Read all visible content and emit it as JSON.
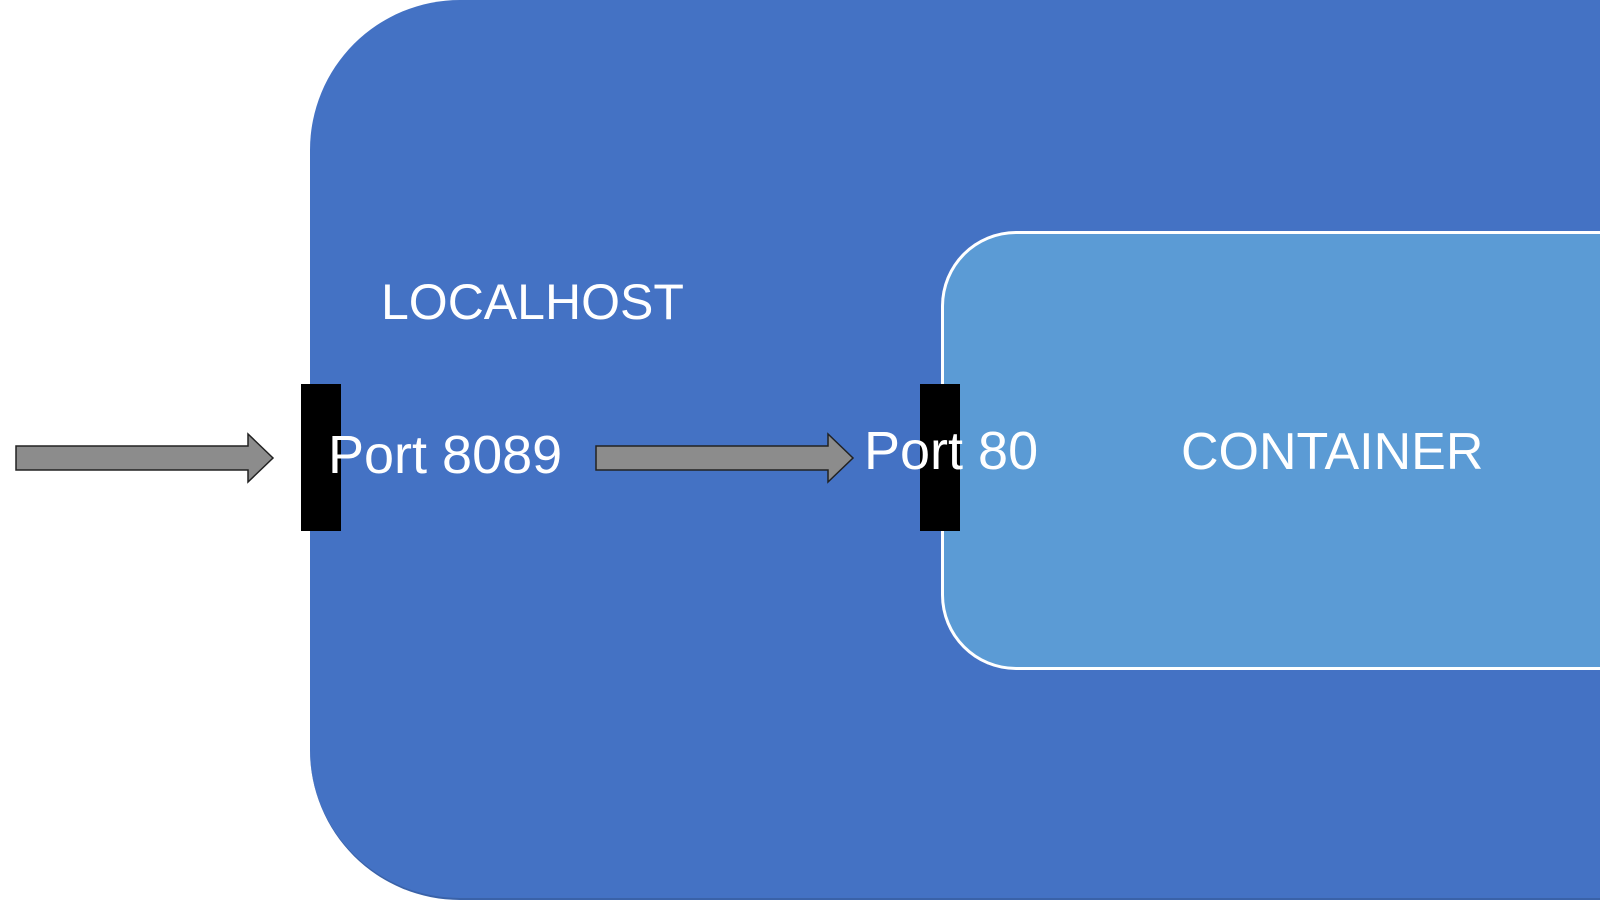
{
  "diagram": {
    "host": {
      "label": "LOCALHOST",
      "color": "#4472c4"
    },
    "container": {
      "label": "CONTAINER",
      "color": "#5b9bd5"
    },
    "host_port": {
      "label": "Port 8089"
    },
    "container_port": {
      "label": "Port 80"
    },
    "arrow_color": "#8c8c8c",
    "port_color": "#000000"
  }
}
